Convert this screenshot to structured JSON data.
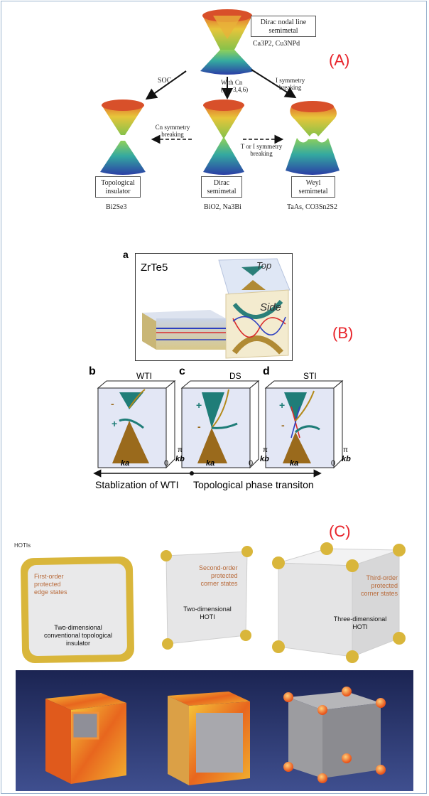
{
  "panel_A": {
    "label": "(A)",
    "top_box": {
      "line1": "Dirac nodal line",
      "line2": "semimetal"
    },
    "top_materials": "Ca3P2, Cu3NPd",
    "arrow_soc": "SOC",
    "arrow_cn": {
      "line1": "With Cn",
      "line2": "(n = 3,4,6)"
    },
    "arrow_i": {
      "line1": "I symmetry",
      "line2": "breaking"
    },
    "arrow_cn_break": {
      "line1": "Cn symmetry",
      "line2": "breaking"
    },
    "arrow_ti_break": {
      "line1": "T or I symmetry",
      "line2": "breaking"
    },
    "box_ti": {
      "line1": "Topological",
      "line2": "insulator"
    },
    "box_ds": {
      "line1": "Dirac",
      "line2": "semimetal"
    },
    "box_ws": {
      "line1": "Weyl",
      "line2": "semimetal"
    },
    "mat_ti": "Bi2Se3",
    "mat_ds": "BiO2, Na3Bi",
    "mat_ws": "TaAs, CO3Sn2S2"
  },
  "panel_B": {
    "label": "(B)",
    "a_label": "a",
    "material": "ZrTe5",
    "top": "Top",
    "side": "Side",
    "subpanels": [
      {
        "letter": "b",
        "title": "WTI"
      },
      {
        "letter": "c",
        "title": "DS"
      },
      {
        "letter": "d",
        "title": "STI"
      }
    ],
    "plus": "+",
    "minus": "-",
    "ka": "ka",
    "kb": "kb",
    "zero": "0",
    "pi": "π",
    "bottom_left": "Stablization of WTI",
    "bottom_right": "Topological phase transiton"
  },
  "panel_C": {
    "label": "(C)",
    "hotis": "HOTIs",
    "card1_orange": [
      "First-order",
      "protected",
      "edge states"
    ],
    "card1_black": [
      "Two-dimensional",
      "conventional topological",
      "insulator"
    ],
    "card2_orange": [
      "Second-order",
      "protected",
      "corner states"
    ],
    "card2_black": [
      "Two-dimensional",
      "HOTI"
    ],
    "card3_orange": [
      "Third-order",
      "protected",
      "corner states"
    ],
    "card3_black": [
      "Three-dimensional",
      "HOTI"
    ]
  },
  "colors": {
    "label_red": "#e8232a",
    "dark_blue": "#1c2a5e",
    "gold": "#d6b13a",
    "orange_text": "#b86a3a",
    "teal": "#1f7d78",
    "brown": "#9a6a1c"
  }
}
